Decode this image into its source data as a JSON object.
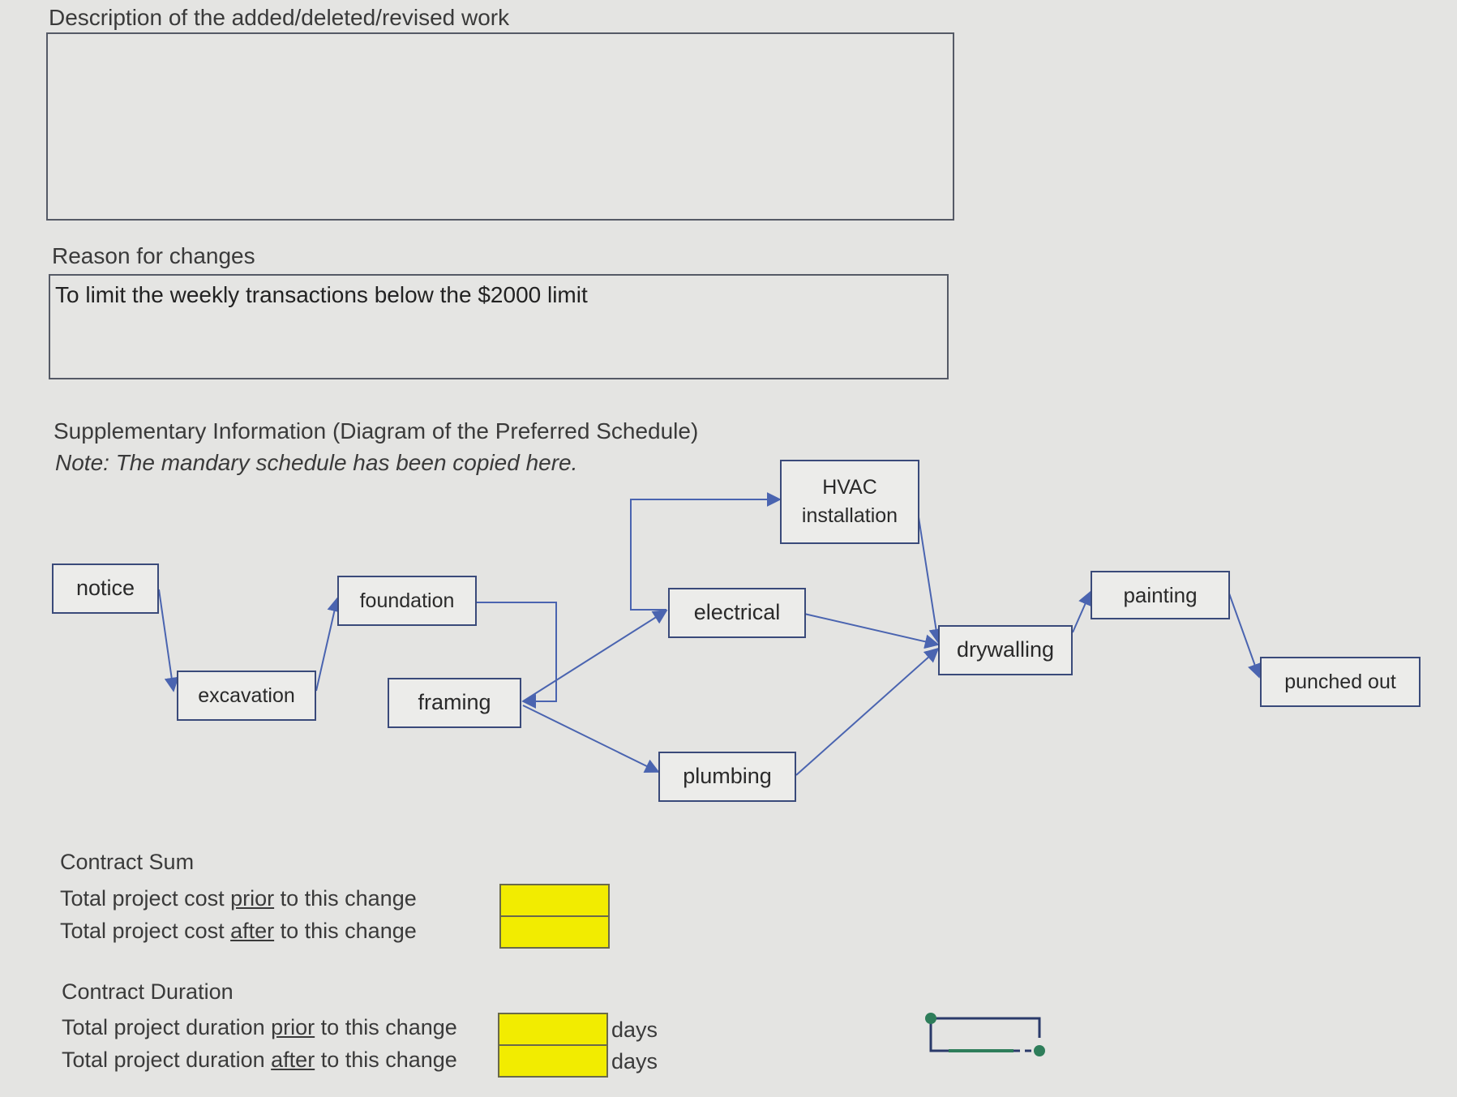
{
  "description": {
    "label": "Description of the added/deleted/revised work",
    "value": ""
  },
  "reason": {
    "label": "Reason for changes",
    "value": "To limit the weekly transactions below the $2000 limit"
  },
  "supplementary": {
    "title": "Supplementary Information (Diagram of the Preferred Schedule)",
    "note": "Note: The mandary schedule has been copied here."
  },
  "diagram": {
    "nodes": {
      "notice": "notice",
      "excavation": "excavation",
      "foundation": "foundation",
      "framing": "framing",
      "hvac_line1": "HVAC",
      "hvac_line2": "installation",
      "electrical": "electrical",
      "plumbing": "plumbing",
      "drywalling": "drywalling",
      "painting": "painting",
      "punched_out": "punched out"
    },
    "colors": {
      "node_border": "#3a4a7a",
      "arrow": "#4a64b0"
    }
  },
  "contract_sum": {
    "title": "Contract Sum",
    "prior_pre": "Total project cost ",
    "prior_u": "prior",
    "prior_post": " to this change",
    "after_pre": "Total project cost ",
    "after_u": "after",
    "after_post": " to this change",
    "prior_value": "",
    "after_value": ""
  },
  "contract_duration": {
    "title": "Contract Duration",
    "prior_pre": "Total project duration ",
    "prior_u": "prior",
    "prior_post": " to this change",
    "after_pre": "Total project duration ",
    "after_u": "after",
    "after_post": " to this change",
    "prior_value": "",
    "after_value": "",
    "unit_prior": "days",
    "unit_after": "days"
  },
  "colors": {
    "highlight": "#f2ec00",
    "connector": "#2e7d5a"
  },
  "icons": [
    "connector-shape-icon"
  ]
}
